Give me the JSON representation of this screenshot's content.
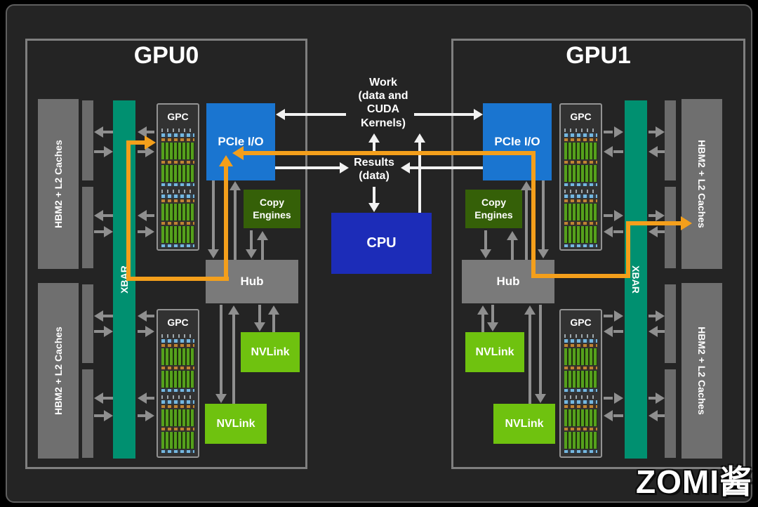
{
  "slide": {
    "background": "#242424"
  },
  "gpus": [
    {
      "title": "GPU0"
    },
    {
      "title": "GPU1"
    }
  ],
  "labels": {
    "hbm2": "HBM2 + L2 Caches",
    "xbar": "XBAR",
    "gpc": "GPC",
    "pcie": "PCIe I/O",
    "copy_engines": "Copy\nEngines",
    "hub": "Hub",
    "nvlink": "NVLink",
    "cpu": "CPU"
  },
  "center": {
    "work": "Work\n(data and\nCUDA\nKernels)",
    "results": "Results\n(data)"
  },
  "watermark": "ZOMI酱",
  "colors": {
    "pcie_blue": "#1a75d0",
    "cpu_blue": "#1c2cb8",
    "nvlink_green": "#6fc20f",
    "copy_engine_green": "#356008",
    "xbar_teal": "#009070",
    "path_orange": "#f49f1b",
    "box_gray": "#6f6f6f",
    "arrow_gray": "#8f8f8f",
    "arrow_white": "#f2f2f2"
  }
}
